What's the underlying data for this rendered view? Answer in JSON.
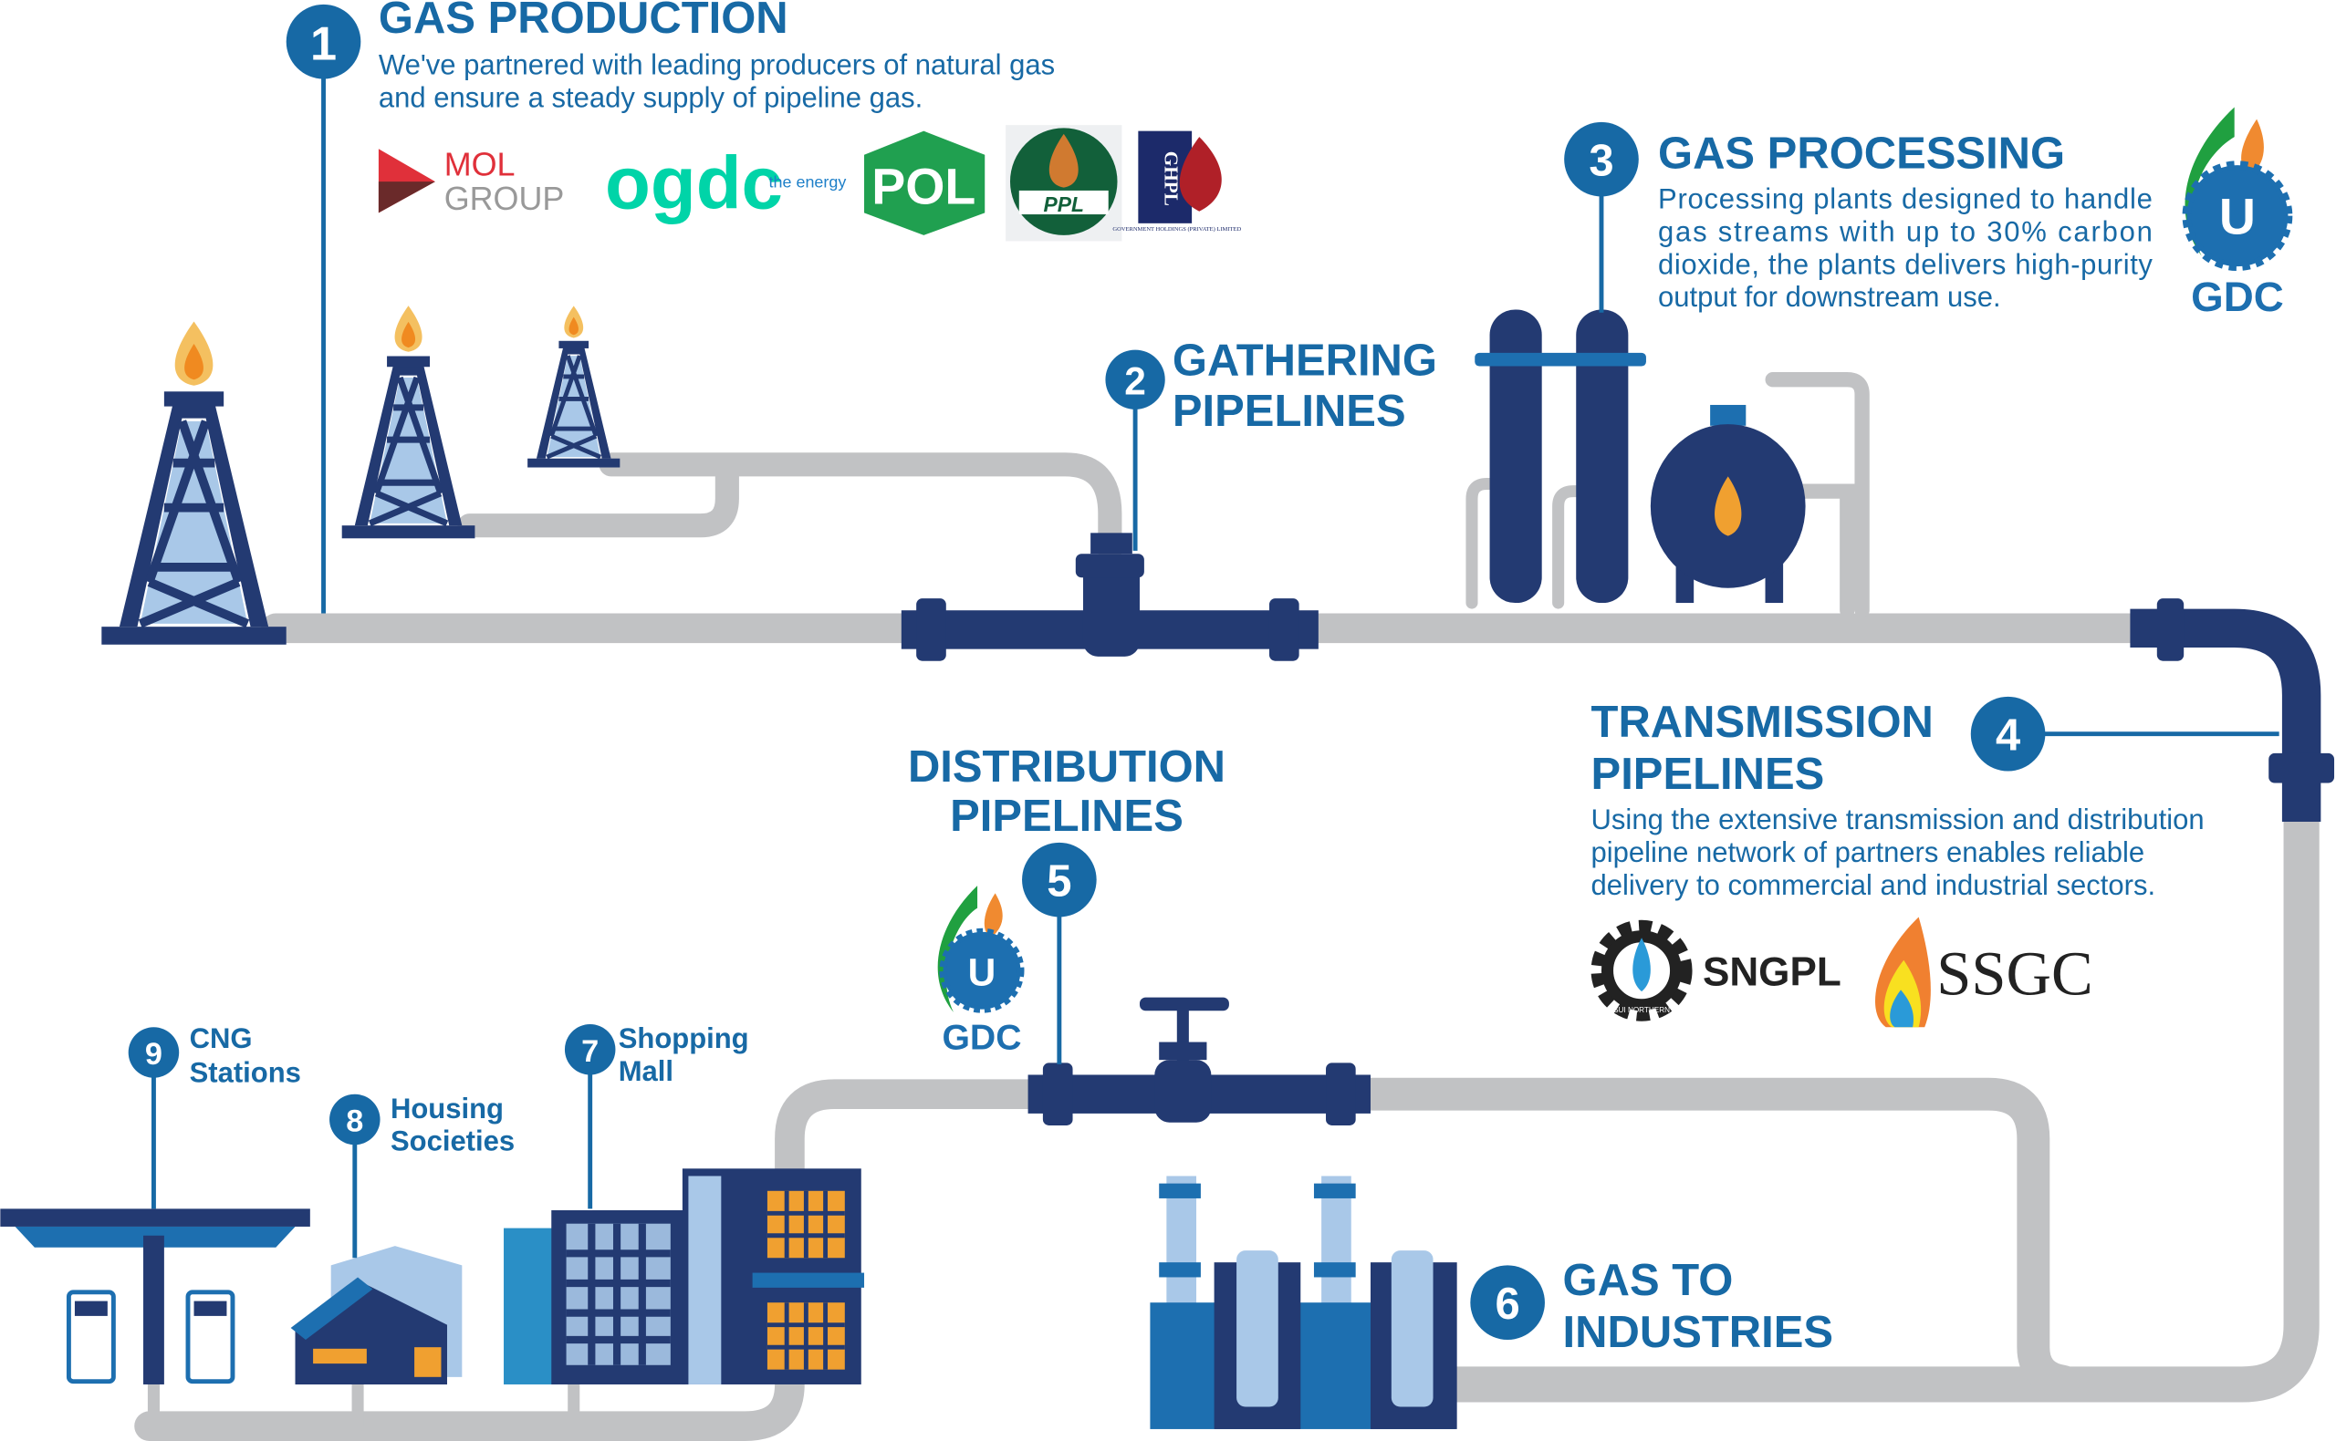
{
  "colors": {
    "title_blue": "#1769a5",
    "pipe_navy": "#233a72",
    "pipe_grey": "#c1c2c4",
    "light_blue": "#a9c8e8",
    "flame_orange": "#f0a030"
  },
  "steps": {
    "production": {
      "number": "1",
      "title": "GAS PRODUCTION",
      "desc": [
        "We've partnered with leading producers of natural gas",
        "and ensure a steady supply of pipeline gas."
      ]
    },
    "gathering": {
      "number": "2",
      "title": [
        "GATHERING",
        "PIPELINES"
      ]
    },
    "processing": {
      "number": "3",
      "title": "GAS PROCESSING",
      "desc": [
        "Processing plants designed to handle",
        "gas streams with up to 30% carbon",
        "dioxide, the plants delivers high-purity",
        "output for downstream use."
      ]
    },
    "transmission": {
      "number": "4",
      "title": [
        "TRANSMISSION",
        "PIPELINES"
      ],
      "desc": [
        "Using the extensive transmission and distribution",
        "pipeline network of partners enables reliable",
        "delivery to commercial and industrial sectors."
      ]
    },
    "distribution": {
      "number": "5",
      "title": [
        "DISTRIBUTION",
        "PIPELINES"
      ]
    },
    "industries": {
      "number": "6",
      "title": [
        "GAS TO",
        "INDUSTRIES"
      ]
    },
    "mall": {
      "number": "7",
      "title": [
        "Shopping",
        "Mall"
      ]
    },
    "housing": {
      "number": "8",
      "title": [
        "Housing",
        "Societies"
      ]
    },
    "cng": {
      "number": "9",
      "title": [
        "CNG",
        "Stations"
      ]
    }
  },
  "logos": {
    "mol": {
      "line1": "MOL",
      "line2": "GROUP"
    },
    "ogdc": {
      "name": "ogdc",
      "tagline": "the energy"
    },
    "pol": "POL",
    "ppl": "PPL",
    "ghpl": {
      "name": "GHPL",
      "sub": "GOVERNMENT HOLDINGS (PRIVATE) LIMITED"
    },
    "gdc": {
      "letter": "U",
      "name": "GDC"
    },
    "sngpl": {
      "name": "SNGPL",
      "ring": "SUI NORTHERN"
    },
    "ssgc": "SSGC"
  }
}
